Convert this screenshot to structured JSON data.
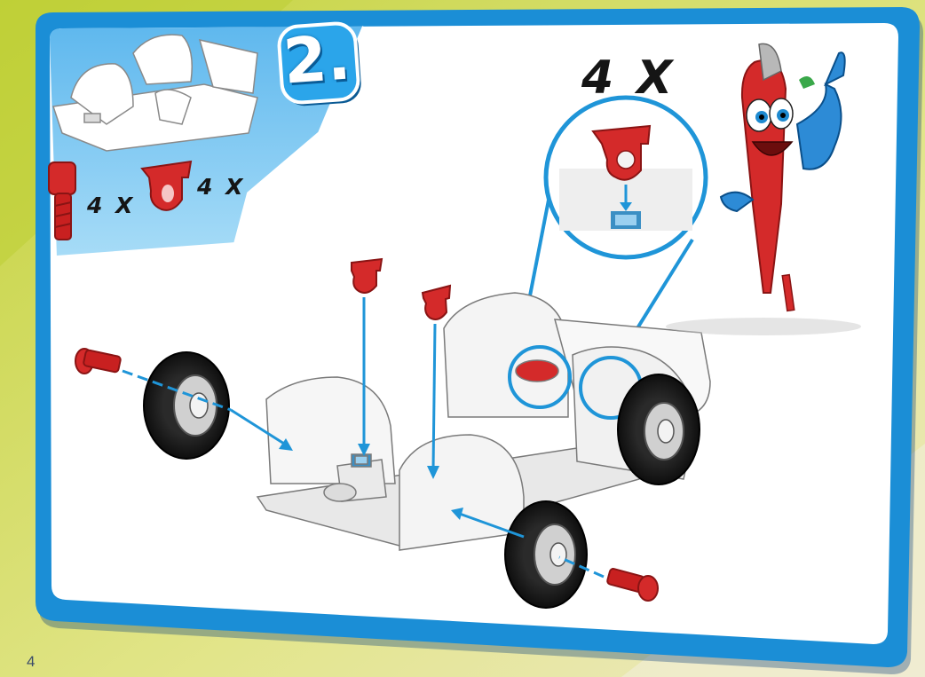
{
  "page": {
    "number": "4"
  },
  "step": {
    "number": "2."
  },
  "parts_panel": {
    "parts": [
      {
        "name": "screw-axle",
        "count_label": "4 X"
      },
      {
        "name": "steering-clip",
        "count_label": "4 X"
      }
    ]
  },
  "callout": {
    "count_label": "4 X"
  },
  "colors": {
    "background_green": "#c9d646",
    "frame_blue": "#1b8ed6",
    "panel_blue": "#7cc7f2",
    "part_red": "#d42a2a",
    "guide_line_blue": "#1f95d8"
  },
  "icons": [
    "step-badge-icon",
    "mascot-screwdriver-icon",
    "wheel-icon",
    "screw-icon",
    "clip-icon",
    "chassis-icon"
  ]
}
